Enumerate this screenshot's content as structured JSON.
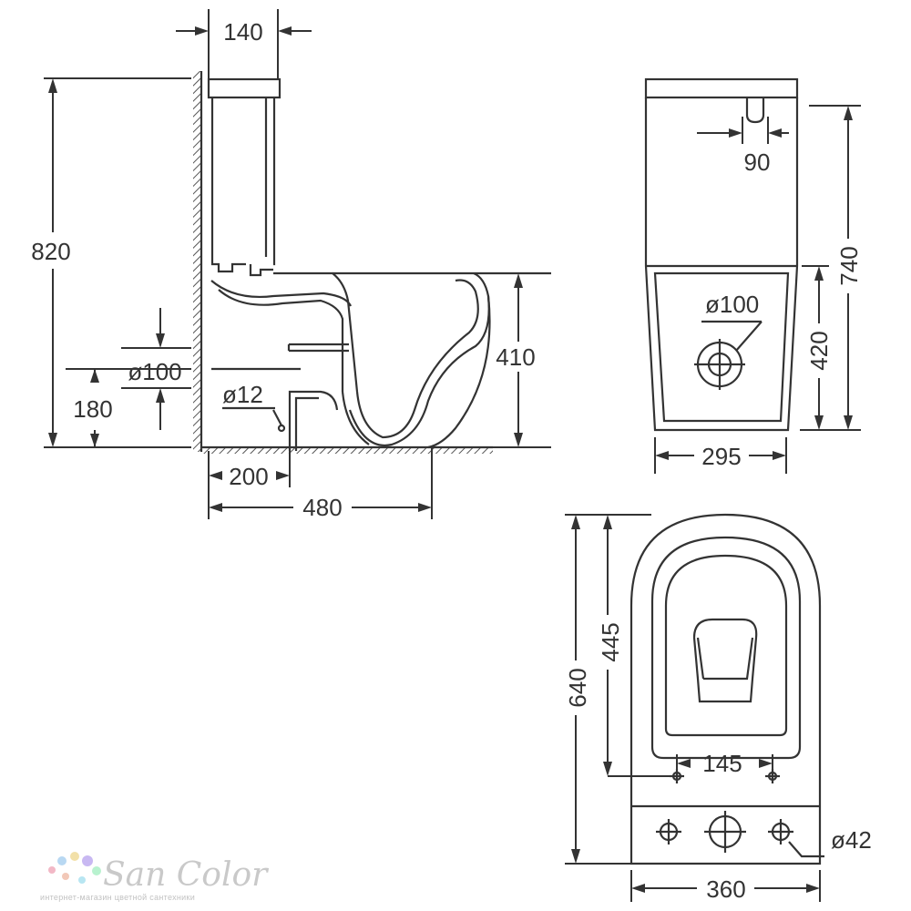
{
  "side_view": {
    "tank_depth": "140",
    "total_height": "820",
    "outlet_diameter": "ø100",
    "outlet_center_height": "180",
    "water_inlet_diameter": "ø12",
    "bowl_height": "410",
    "outlet_offset": "200",
    "total_depth": "480"
  },
  "front_view": {
    "button_width": "90",
    "tank_height": "740",
    "outlet_diameter": "ø100",
    "outlet_height": "420",
    "base_width": "295"
  },
  "top_view": {
    "total_length": "640",
    "bowl_length": "445",
    "bolt_spacing": "145",
    "hole_diameter": "ø42",
    "total_width": "360"
  },
  "watermark": {
    "brand": "San Color",
    "tagline": "интернет-магазин цветной сантехники",
    "dot_colors": [
      "#f2b8c6",
      "#b8d8f2",
      "#f2e0a8",
      "#c8b8f2",
      "#b8f2cf"
    ]
  }
}
